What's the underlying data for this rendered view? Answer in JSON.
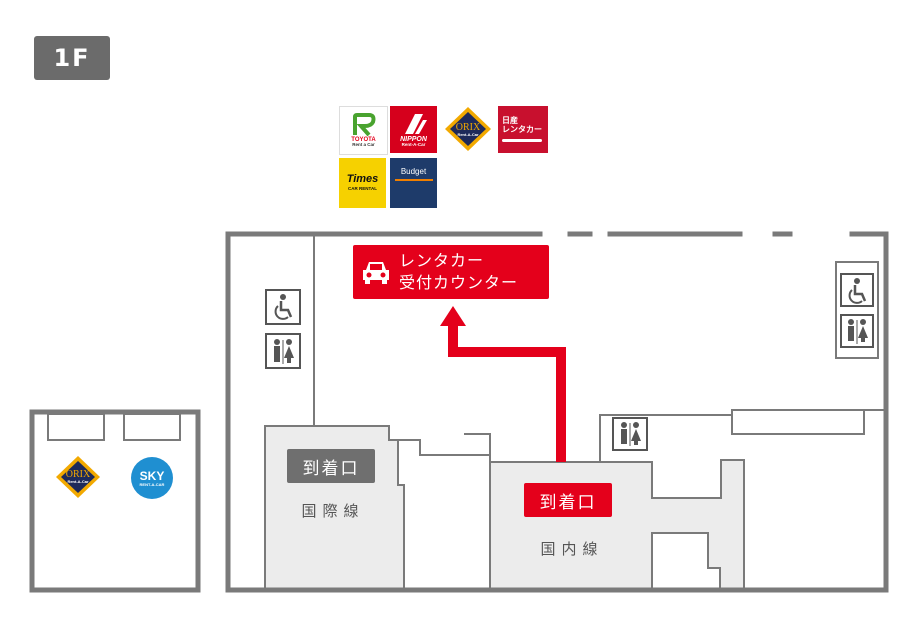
{
  "floor": {
    "label": "1F"
  },
  "counter": {
    "line1": "レンタカー",
    "line2": "受付カウンター",
    "icon": "car-icon"
  },
  "arrivals": {
    "international": {
      "gate_label": "到着口",
      "line_label": "国際線"
    },
    "domestic": {
      "gate_label": "到着口",
      "line_label": "国内線"
    }
  },
  "logos": {
    "toyota": {
      "line1": "TOYOTA",
      "line2": "Rent a Car"
    },
    "nippon": {
      "line1": "NIPPON",
      "line2": "Rent-A-Car"
    },
    "orix": {
      "line1": "ORIX",
      "line2": "Rent-A-Car"
    },
    "nissan": {
      "line1": "日産",
      "line2": "レンタカー"
    },
    "times": {
      "line1": "Times",
      "line2": "CAR RENTAL"
    },
    "budget": {
      "line1": "Budget"
    },
    "sky": {
      "line1": "SKY",
      "line2": "RENT-A-CAR"
    }
  },
  "facility_icons": [
    "wheelchair-icon",
    "restroom-icon"
  ],
  "colors": {
    "accent_red": "#e4001b",
    "wall_gray": "#7a7a7a",
    "badge_gray": "#6b6b6b"
  }
}
